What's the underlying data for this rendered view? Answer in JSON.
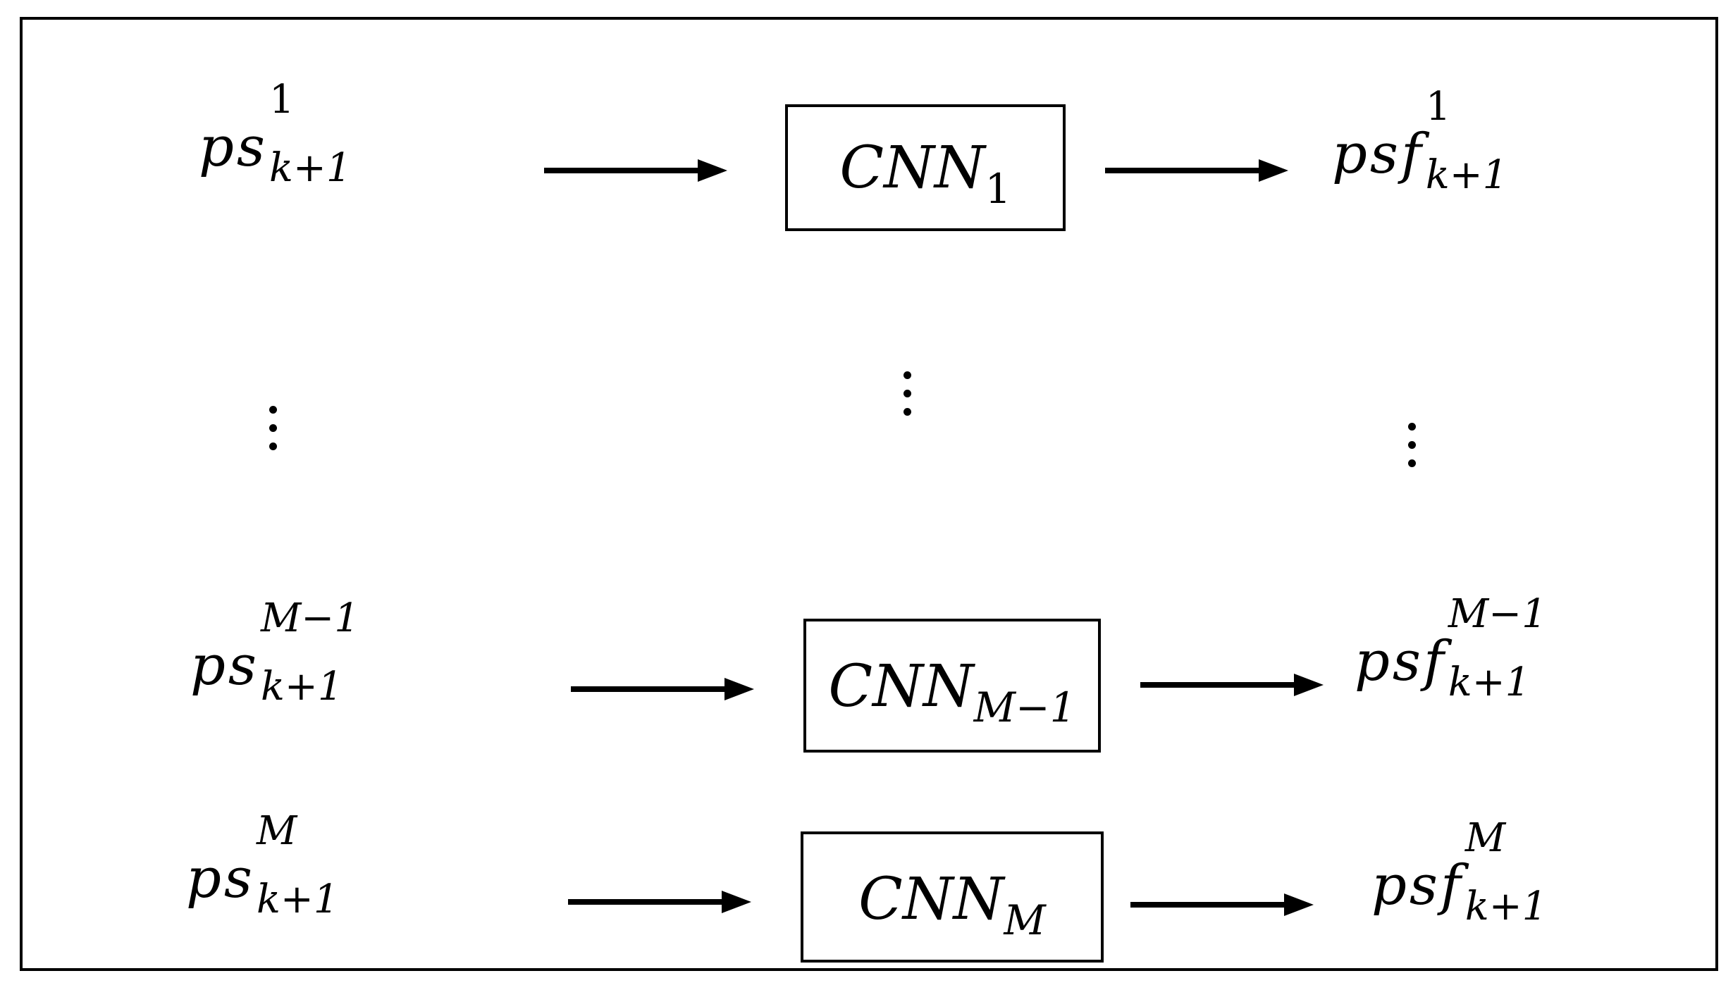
{
  "rows": [
    {
      "input": {
        "base": "ps",
        "sub": "k+1",
        "sup": "1"
      },
      "block": {
        "base": "CNN",
        "sub": "1"
      },
      "output": {
        "base": "psf",
        "sub": "k+1",
        "sup": "1"
      }
    },
    {
      "input": {
        "base": "ps",
        "sub": "k+1",
        "sup": "M−1"
      },
      "block": {
        "base": "CNN",
        "sub": "M−1"
      },
      "output": {
        "base": "psf",
        "sub": "k+1",
        "sup": "M−1"
      }
    },
    {
      "input": {
        "base": "ps",
        "sub": "k+1",
        "sup": "M"
      },
      "block": {
        "base": "CNN",
        "sub": "M"
      },
      "output": {
        "base": "psf",
        "sub": "k+1",
        "sup": "M"
      }
    }
  ],
  "colors": {
    "stroke": "#000000",
    "background": "#ffffff"
  }
}
